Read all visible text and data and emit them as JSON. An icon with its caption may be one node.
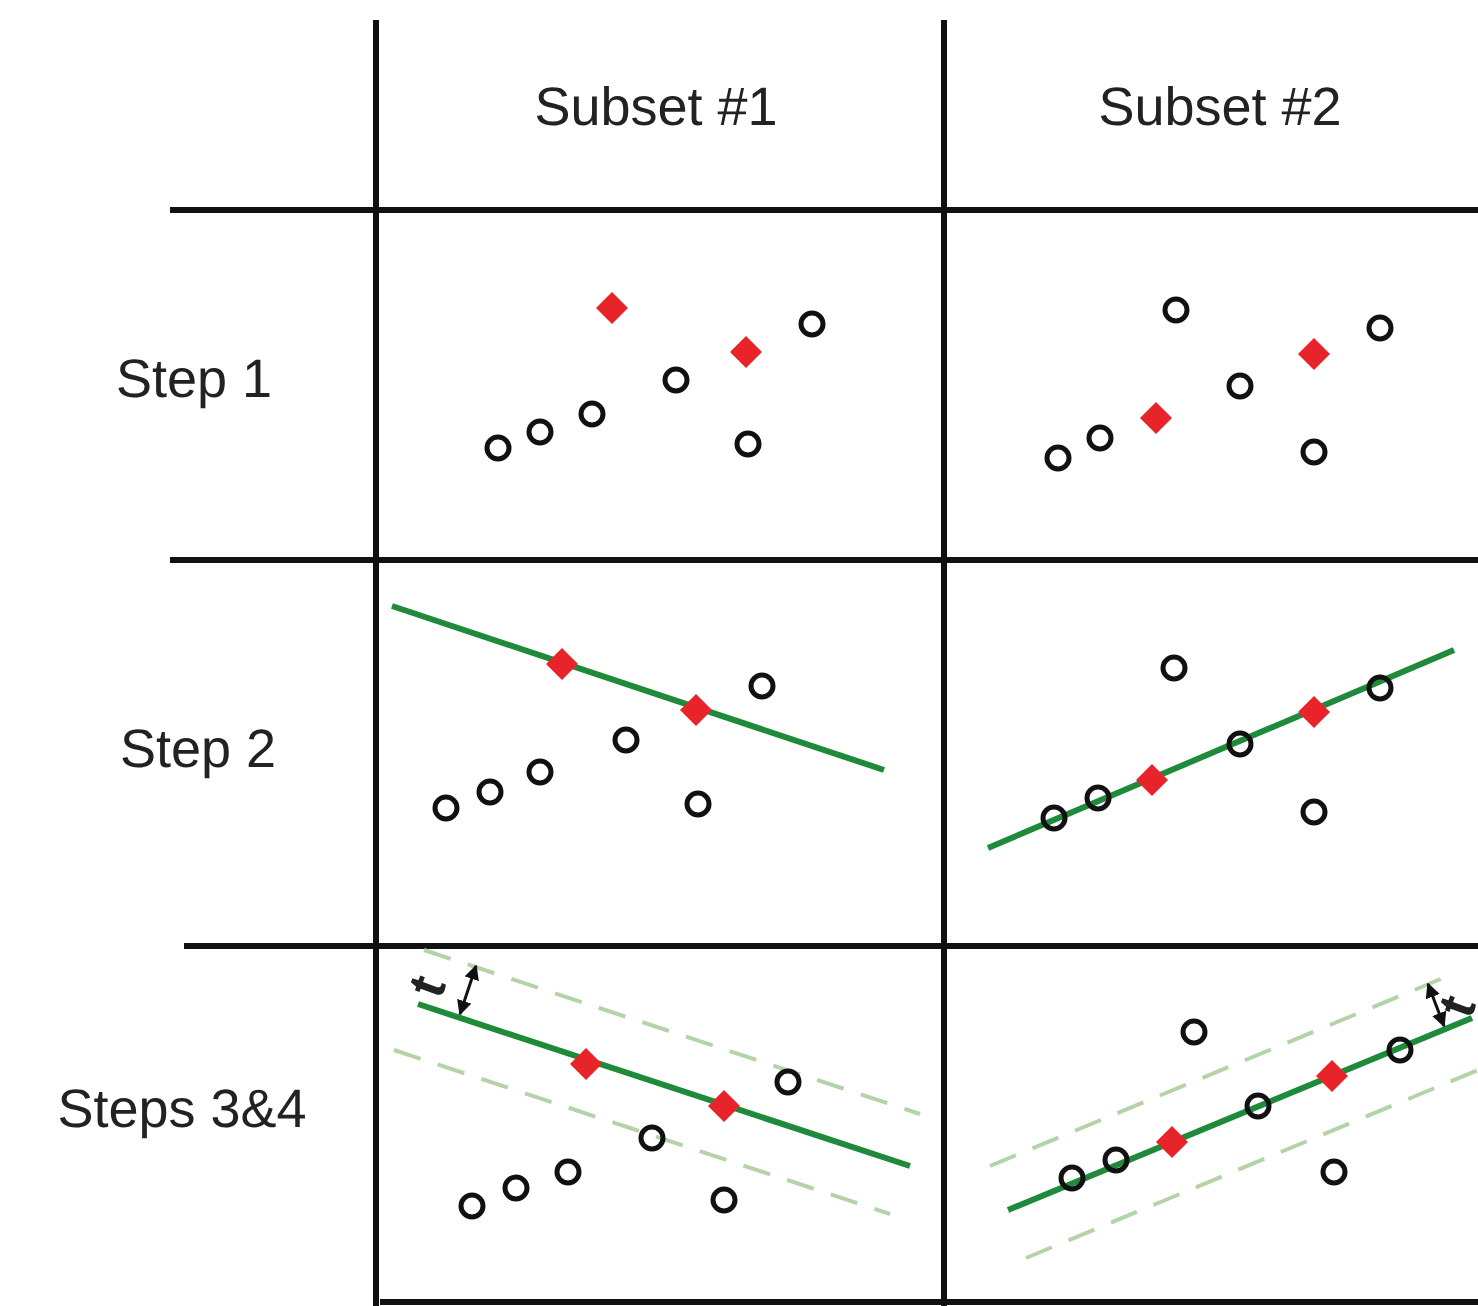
{
  "diagram": {
    "labels": [
      "Subset #1",
      "Subset #2",
      "Step 1",
      "Step 2",
      "Steps 3&4",
      "t",
      "t"
    ]
  }
}
